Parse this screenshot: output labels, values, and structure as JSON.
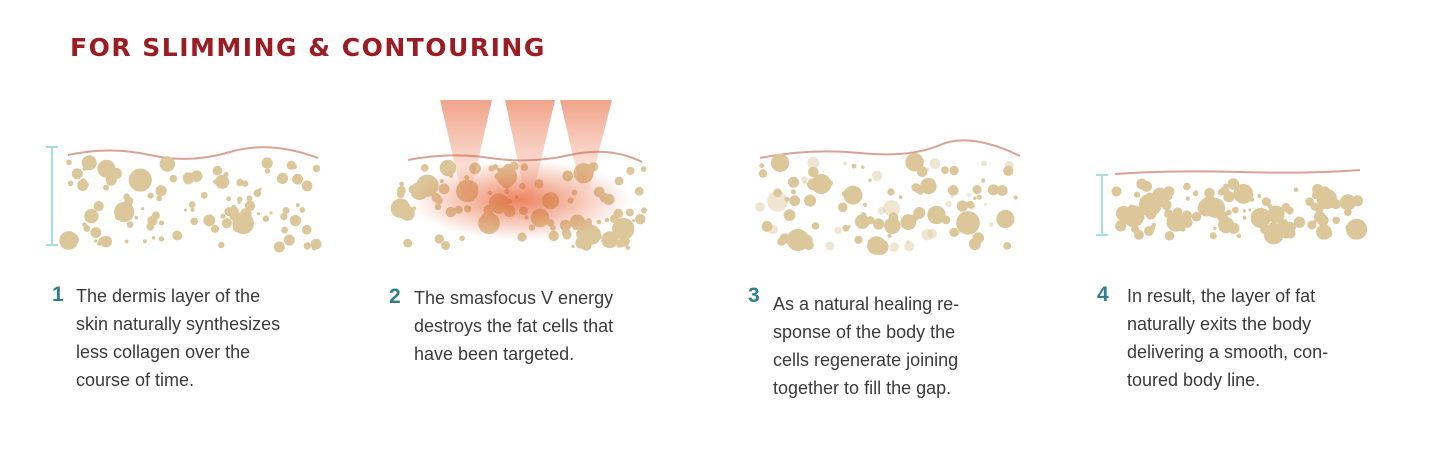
{
  "title": "FOR SLIMMING & CONTOURING",
  "colors": {
    "title": "#9b1c23",
    "number": "#2f7e8f",
    "fat": "#dcc79b",
    "skin": "#d9a296",
    "energy": "#e55a2b",
    "measure": "#a6dde6"
  },
  "steps": [
    {
      "num": "1",
      "lines": [
        "The dermis layer of the",
        "skin naturally synthesizes",
        "less collagen over the",
        "course of time."
      ]
    },
    {
      "num": "2",
      "lines": [
        "The smasfocus V energy",
        "destroys the fat cells that",
        "have been targeted."
      ]
    },
    {
      "num": "3",
      "lines": [
        "As a natural healing re-",
        "sponse of the body the",
        "cells regenerate joining",
        "together to fill the gap."
      ]
    },
    {
      "num": "4",
      "lines": [
        "In result, the layer of fat",
        "naturally exits the body",
        "delivering a smooth, con-",
        "toured body line."
      ]
    }
  ]
}
